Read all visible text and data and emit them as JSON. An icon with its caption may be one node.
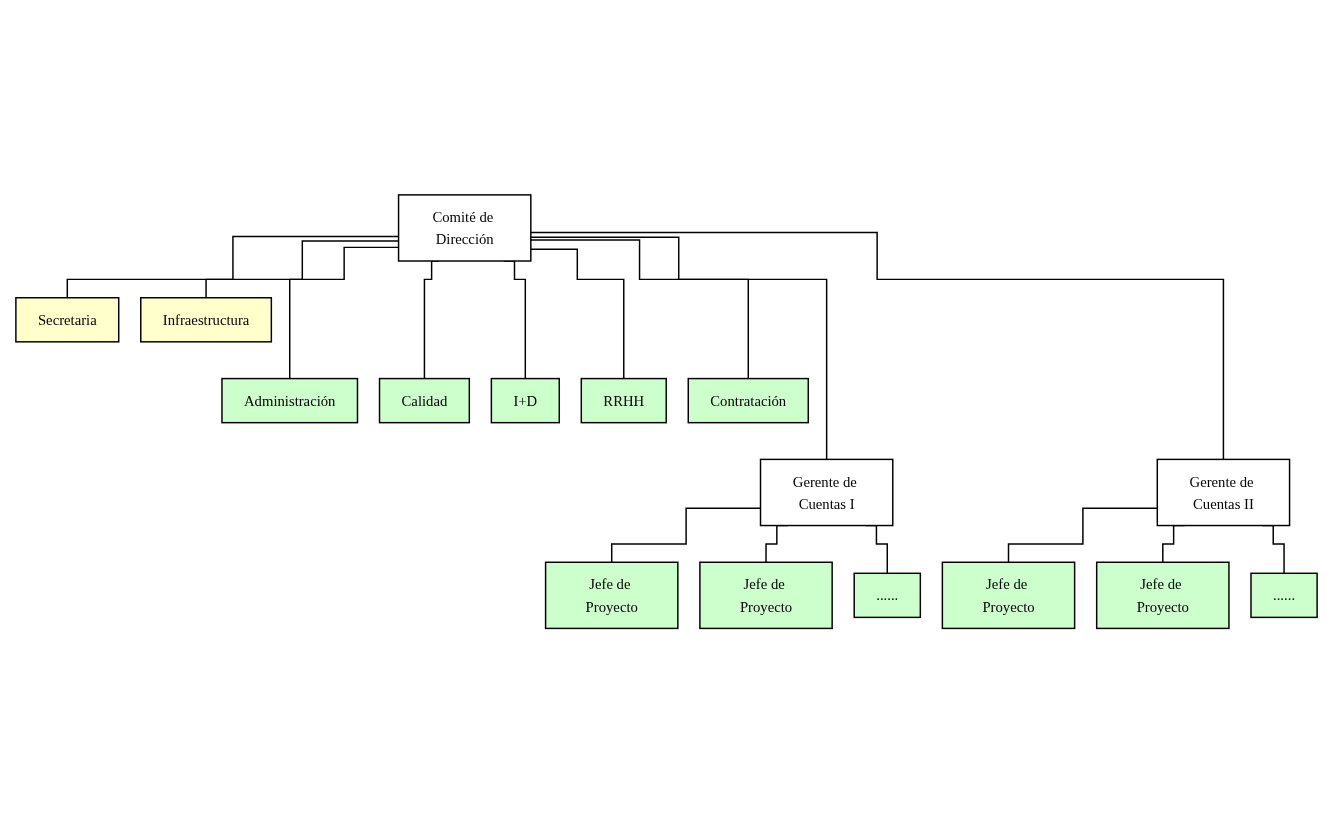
{
  "diagram": {
    "nodes": [
      {
        "text": [
          "Comité de Dirección"
        ]
      },
      {
        "text": [
          "Secretaria"
        ]
      },
      {
        "text": [
          "Infraestructura"
        ]
      },
      {
        "text": [
          "Administración"
        ]
      },
      {
        "text": [
          "Calidad"
        ]
      },
      {
        "text": [
          "I+D"
        ]
      },
      {
        "text": [
          "RRHH"
        ]
      },
      {
        "text": [
          "Contratación"
        ]
      },
      {
        "text": [
          "Gerente de Cuentas I"
        ]
      },
      {
        "text": [
          "Gerente de Cuentas II"
        ]
      },
      {
        "text": [
          "Jefe de Proyecto"
        ]
      },
      {
        "text": [
          "Jefe de Proyecto"
        ]
      },
      {
        "text": [
          "......"
        ]
      },
      {
        "text": [
          "Jefe de Proyecto"
        ]
      },
      {
        "text": [
          "Jefe de Proyecto"
        ]
      },
      {
        "text": [
          "......"
        ]
      }
    ],
    "edges": [
      {
        "from": 0,
        "to": 1,
        "arrow": "none"
      },
      {
        "from": 0,
        "to": 2,
        "arrow": "none"
      },
      {
        "from": 0,
        "to": 3,
        "arrow": "none"
      },
      {
        "from": 0,
        "to": 4,
        "arrow": "none"
      },
      {
        "from": 0,
        "to": 5,
        "arrow": "none"
      },
      {
        "from": 0,
        "to": 6,
        "arrow": "none"
      },
      {
        "from": 0,
        "to": 7,
        "arrow": "none"
      },
      {
        "from": 0,
        "to": 8,
        "arrow": "none"
      },
      {
        "from": 0,
        "to": 9,
        "arrow": "none"
      },
      {
        "from": 8,
        "to": 10,
        "arrow": "none"
      },
      {
        "from": 8,
        "to": 11,
        "arrow": "none"
      },
      {
        "from": 8,
        "to": 12,
        "arrow": "none"
      },
      {
        "from": 9,
        "to": 13,
        "arrow": "none"
      },
      {
        "from": 9,
        "to": 14,
        "arrow": "none"
      },
      {
        "from": 9,
        "to": 15,
        "arrow": "none"
      }
    ]
  }
}
